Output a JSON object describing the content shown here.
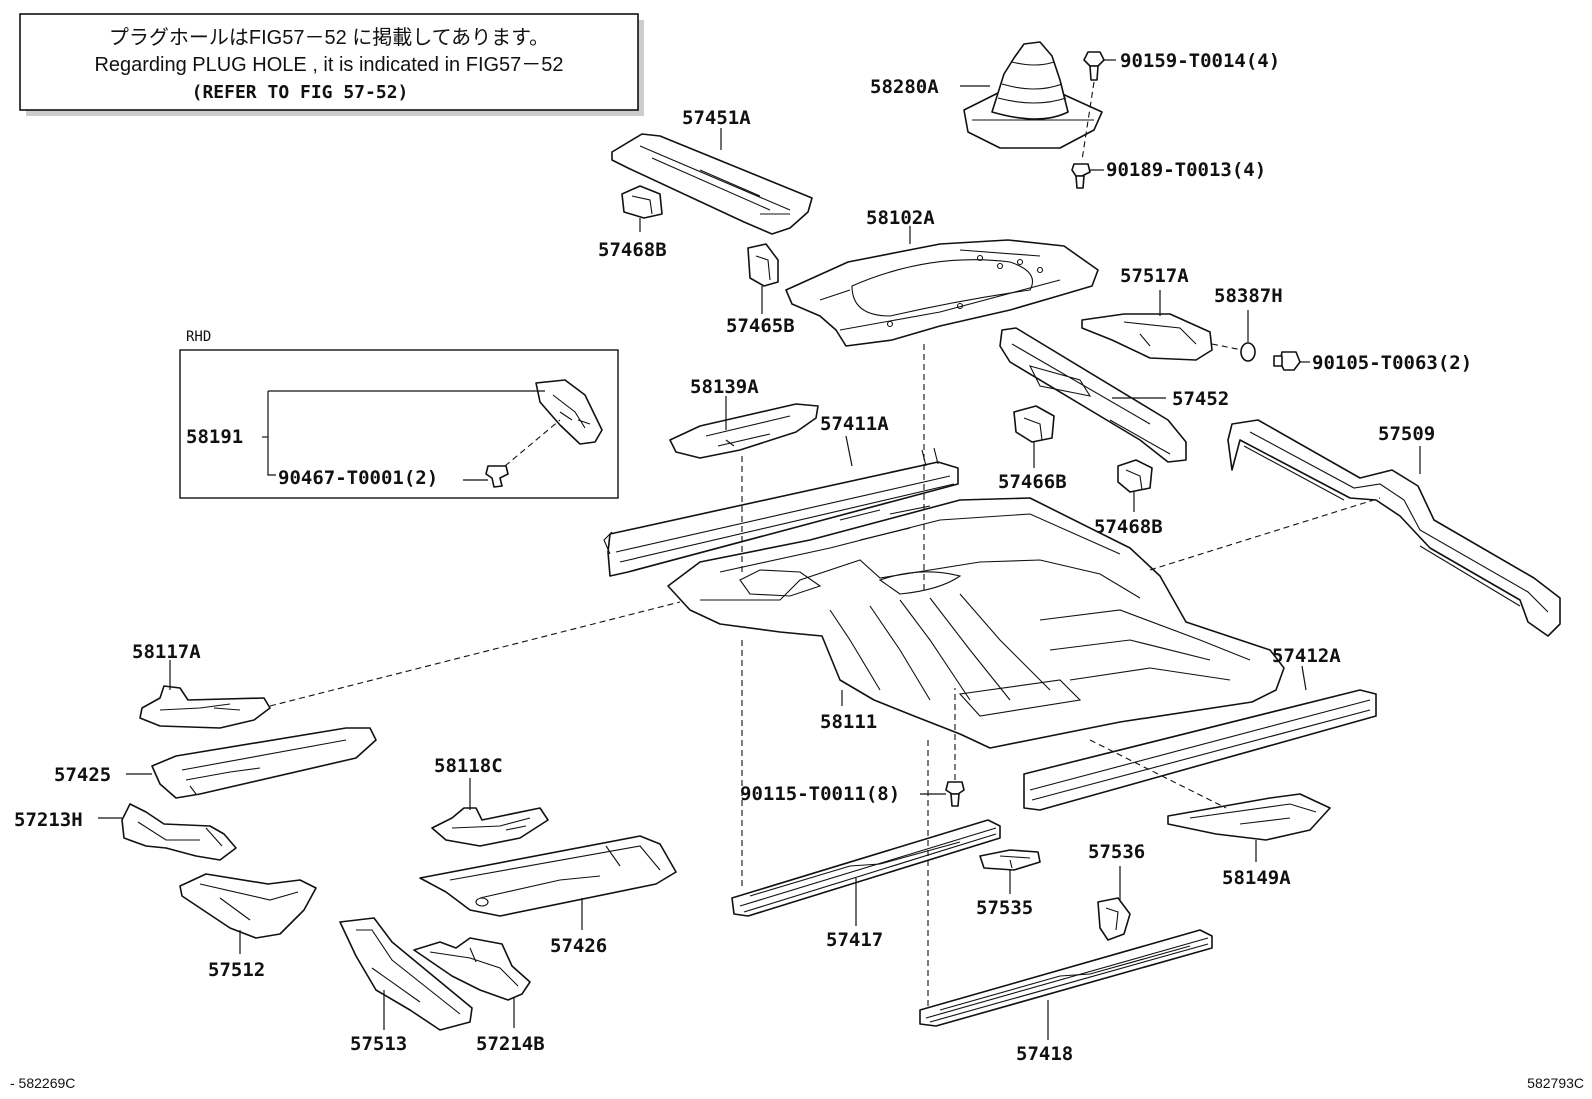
{
  "note": {
    "line1": "プラグホールはFIG57－52 に掲載してあります。",
    "line2": "Regarding  PLUG HOLE , it is indicated  in  FIG57－52",
    "line3": "(REFER TO FIG 57-52)"
  },
  "rhd_box": {
    "title": "RHD"
  },
  "labels": {
    "p58280A": "58280A",
    "p90159": "90159-T0014(4)",
    "p90189": "90189-T0013(4)",
    "p57451A": "57451A",
    "p57468B_top": "57468B",
    "p58102A": "58102A",
    "p57465B": "57465B",
    "p57517A": "57517A",
    "p58387H": "58387H",
    "p90105": "90105-T0063(2)",
    "p58191": "58191",
    "p90467": "90467-T0001(2)",
    "p58139A": "58139A",
    "p57411A": "57411A",
    "p57452": "57452",
    "p57466B": "57466B",
    "p57468B_mid": "57468B",
    "p57509": "57509",
    "p58117A": "58117A",
    "p57425": "57425",
    "p57213H": "57213H",
    "p58111": "58111",
    "p57412A": "57412A",
    "p58118C": "58118C",
    "p90115": "90115-T0011(8)",
    "p57536": "57536",
    "p58149A": "58149A",
    "p57512": "57512",
    "p57426": "57426",
    "p57417": "57417",
    "p57535": "57535",
    "p57513": "57513",
    "p57214B": "57214B",
    "p57418": "57418"
  },
  "footer": {
    "left_code": "- 582269C",
    "right_code": "582793C"
  }
}
